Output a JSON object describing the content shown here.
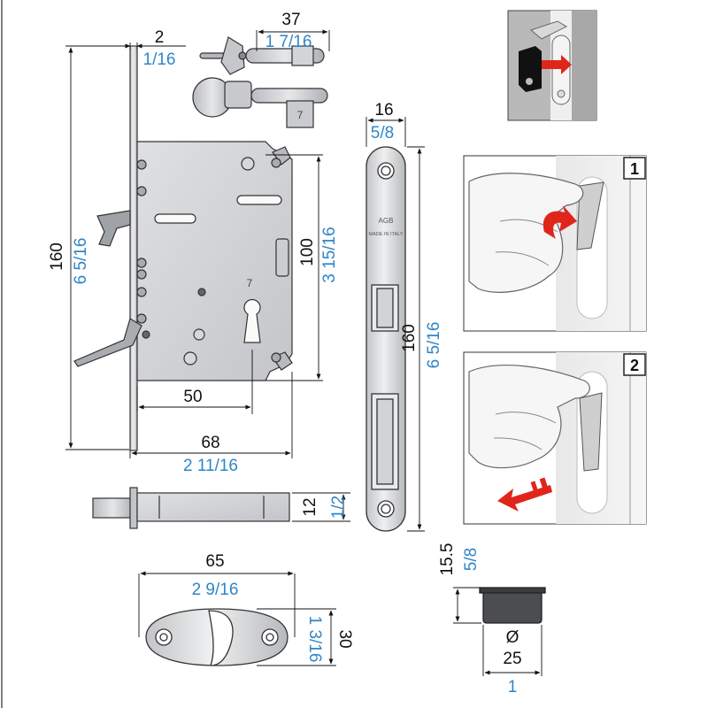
{
  "colors": {
    "imperial": "#2f86c8",
    "metric": "#111111",
    "metal": "#c9cbce",
    "metal_dark": "#8d9094",
    "arrow": "#e0261b",
    "panel_border": "#222222"
  },
  "faceplate": {
    "logo": "AGB",
    "made_in": "MADE IN ITALY"
  },
  "lock_body": {
    "key_number": "7",
    "dims": {
      "faceplate_thickness_mm": "2",
      "faceplate_thickness_in": "1/16",
      "height_mm": "160",
      "height_in": "6 5/16",
      "backset_mm": "50",
      "depth_mm": "68",
      "depth_in": "2 11/16",
      "hole_spacing_mm": "100",
      "hole_spacing_in": "3 15/16"
    }
  },
  "handle": {
    "key_number": "7",
    "dims": {
      "length_mm": "37",
      "length_in": "1 7/16"
    }
  },
  "strike_plate": {
    "dims": {
      "width_mm": "16",
      "width_in": "5/8",
      "height_mm": "160",
      "height_in": "6 5/16"
    }
  },
  "latch_bolt": {
    "dims": {
      "height_mm": "12",
      "height_in": "1/2"
    }
  },
  "escutcheon": {
    "dims": {
      "width_mm": "65",
      "width_in": "2 9/16",
      "height_mm": "30",
      "height_in": "1 3/16"
    }
  },
  "cup": {
    "dims": {
      "depth_mm": "15.5",
      "depth_in": "5/8",
      "diameter_symbol": "Ø",
      "diameter_mm": "25",
      "diameter_in": "1"
    }
  },
  "steps": [
    {
      "number": "1",
      "icon": "push-arrow-icon"
    },
    {
      "number": "2",
      "icon": "pull-arrow-icon"
    }
  ]
}
